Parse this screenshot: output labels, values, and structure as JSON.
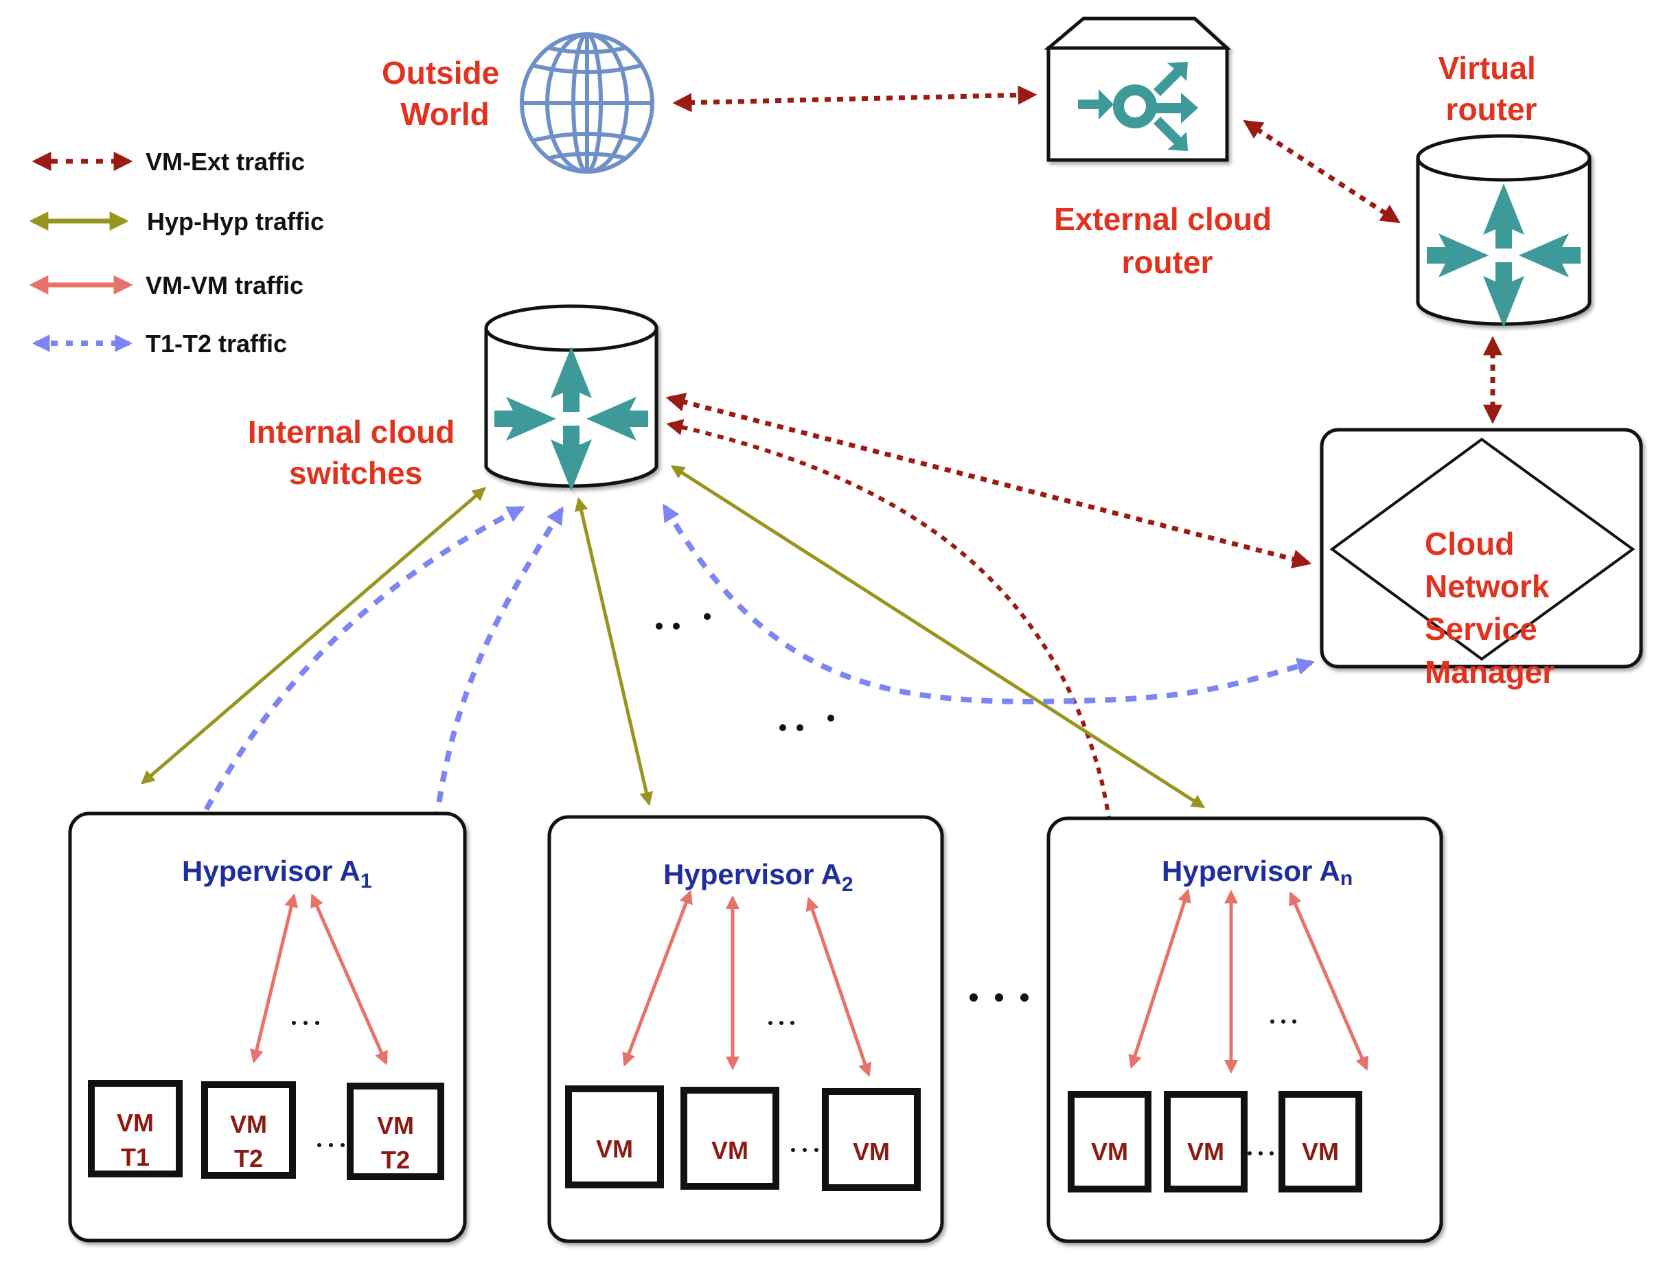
{
  "legend": {
    "items": [
      {
        "key": "vm_ext",
        "label": "VM-Ext traffic",
        "color": "#9b1b12",
        "style": "dotted"
      },
      {
        "key": "hyp_hyp",
        "label": "Hyp-Hyp traffic",
        "color": "#98951f",
        "style": "solid"
      },
      {
        "key": "vm_vm",
        "label": "VM-VM traffic",
        "color": "#e8716a",
        "style": "solid"
      },
      {
        "key": "t1_t2",
        "label": "T1-T2 traffic",
        "color": "#7d85f5",
        "style": "dashed"
      }
    ]
  },
  "nodes": {
    "outside_world": {
      "lines": [
        "Outside",
        "World"
      ],
      "icon": "globe-icon"
    },
    "external_router": {
      "lines": [
        "External cloud",
        "router"
      ],
      "icon": "router-icon"
    },
    "virtual_router": {
      "lines": [
        "Virtual",
        "router"
      ],
      "icon": "switch-cylinder-icon"
    },
    "internal_switches": {
      "lines": [
        "Internal cloud",
        "switches"
      ],
      "icon": "switch-cylinder-icon"
    },
    "cnsm": {
      "lines": [
        "Cloud",
        "Network",
        "Service",
        "Manager"
      ]
    }
  },
  "hypervisors": [
    {
      "name": "Hypervisor A",
      "subscript": "1",
      "vms": [
        {
          "l1": "VM",
          "l2": "T1"
        },
        {
          "l1": "VM",
          "l2": "T2"
        },
        {
          "l1": "VM",
          "l2": "T2"
        }
      ]
    },
    {
      "name": "Hypervisor A",
      "subscript": "2",
      "vms": [
        {
          "l1": "VM",
          "l2": ""
        },
        {
          "l1": "VM",
          "l2": ""
        },
        {
          "l1": "VM",
          "l2": ""
        }
      ]
    },
    {
      "name": "Hypervisor A",
      "subscript": "n",
      "vms": [
        {
          "l1": "VM",
          "l2": ""
        },
        {
          "l1": "VM",
          "l2": ""
        },
        {
          "l1": "VM",
          "l2": ""
        }
      ]
    }
  ],
  "ellipsis": "...",
  "colors": {
    "vm_ext": "#9b1b12",
    "hyp_hyp": "#98951f",
    "vm_vm": "#e8716a",
    "t1_t2": "#7d85f5",
    "teal": "#3e9999",
    "globe": "#6f8fc9",
    "label_red": "#e2311d",
    "label_blue": "#1f2e9c"
  }
}
